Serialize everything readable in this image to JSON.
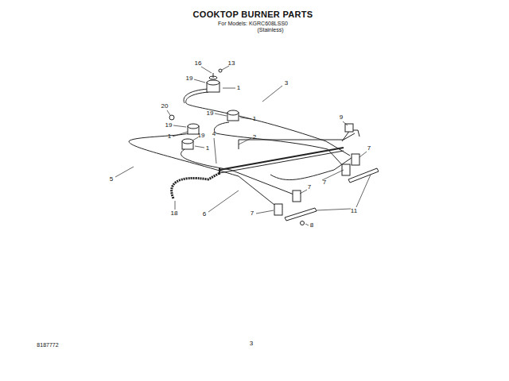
{
  "diagram": {
    "title": "COOKTOP BURNER PARTS",
    "labels": [
      "For Models: KGRC608LSS0",
      "(Stainless)",
      "16",
      "13",
      "19",
      "1",
      "3",
      "20",
      "19",
      "1",
      "19",
      "1",
      "9",
      "4",
      "2",
      "19",
      "1",
      "7",
      "5",
      "7",
      "7",
      "18",
      "6",
      "11",
      "7",
      "8",
      "8187772",
      "3"
    ]
  }
}
